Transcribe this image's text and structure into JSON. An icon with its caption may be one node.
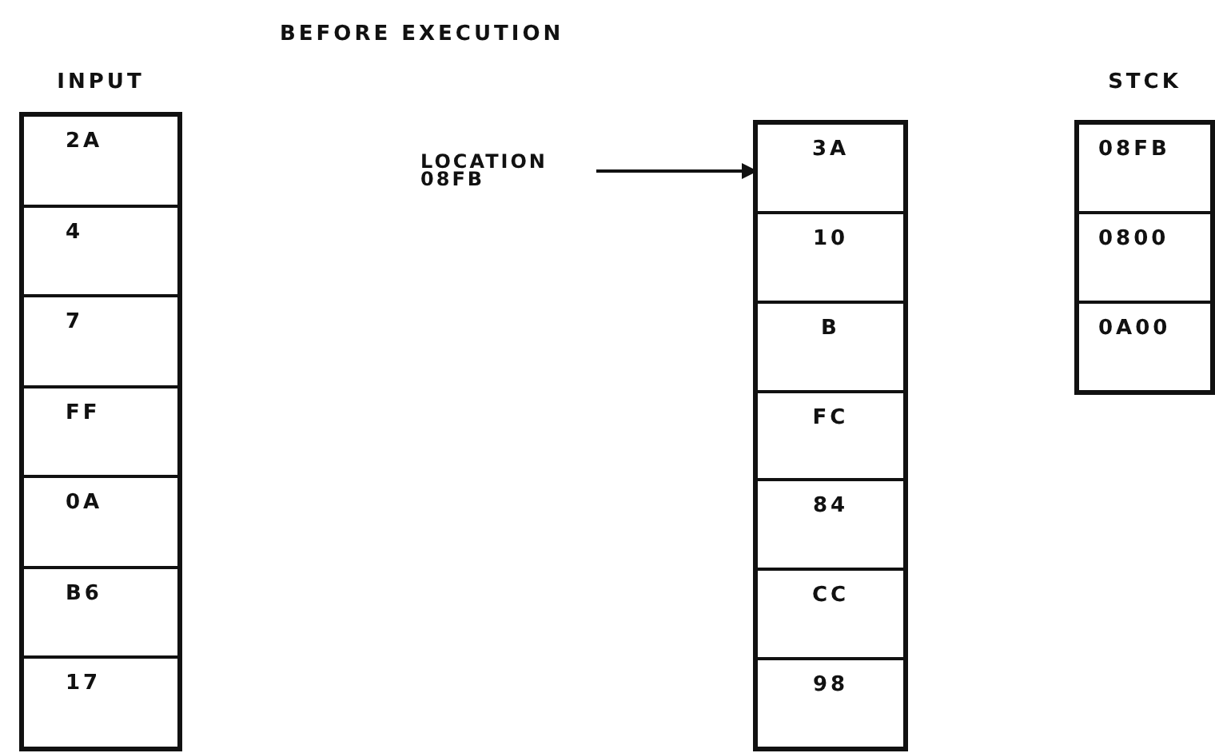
{
  "diagram": {
    "title": "BEFORE EXECUTION",
    "nodes": [
      {
        "text": [
          "INPUT"
        ]
      },
      {
        "text": [
          "2A"
        ],
        "in": 0
      },
      {
        "text": [
          "4"
        ],
        "in": 0
      },
      {
        "text": [
          "7"
        ],
        "in": 0
      },
      {
        "text": [
          "FF"
        ],
        "in": 0
      },
      {
        "text": [
          "0A"
        ],
        "in": 0
      },
      {
        "text": [
          "B6"
        ],
        "in": 0
      },
      {
        "text": [
          "17"
        ],
        "in": 0
      },
      {
        "text": [
          "LOCATION 08FB"
        ]
      },
      {
        "text": [],
        "shape": "box"
      },
      {
        "text": [
          "3A"
        ],
        "in": 9
      },
      {
        "text": [
          "10"
        ],
        "in": 9
      },
      {
        "text": [
          "B"
        ],
        "in": 9
      },
      {
        "text": [
          "FC"
        ],
        "in": 9
      },
      {
        "text": [
          "84"
        ],
        "in": 9
      },
      {
        "text": [
          "CC"
        ],
        "in": 9
      },
      {
        "text": [
          "98"
        ],
        "in": 9
      },
      {
        "text": [
          "STCK"
        ]
      },
      {
        "text": [
          "08FB"
        ],
        "in": 17
      },
      {
        "text": [
          "0800"
        ],
        "in": 17
      },
      {
        "text": [
          "0A00"
        ],
        "in": 17
      }
    ],
    "edges": [
      {
        "from": 8,
        "to": 10,
        "arrow": "to"
      }
    ]
  }
}
